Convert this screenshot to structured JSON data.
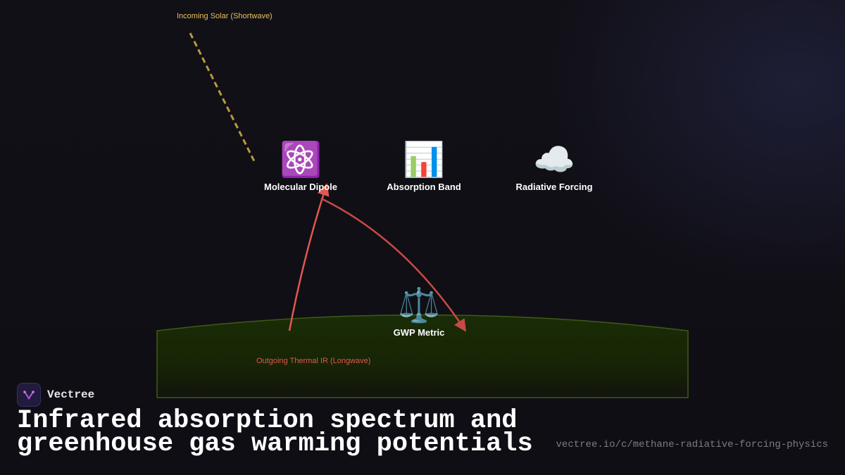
{
  "labels": {
    "incoming": "Incoming Solar (Shortwave)",
    "outgoing": "Outgoing Thermal IR (Longwave)"
  },
  "nodes": [
    {
      "icon": "⚛️",
      "icon_name": "atom-icon",
      "label": "Molecular Dipole"
    },
    {
      "icon": "📊",
      "icon_name": "bar-chart-icon",
      "label": "Absorption Band"
    },
    {
      "icon": "☁️",
      "icon_name": "cloud-icon",
      "label": "Radiative Forcing"
    },
    {
      "icon": "⚖️",
      "icon_name": "balance-scale-icon",
      "label": "GWP Metric"
    }
  ],
  "brand": {
    "name": "Vectree",
    "logo_icon": "vectree-logo-icon"
  },
  "title": "Infrared absorption spectrum and greenhouse gas warming potentials",
  "url": "vectree.io/c/methane-radiative-forcing-physics",
  "colors": {
    "background": "#0f0e14",
    "solar": "#e8c15a",
    "thermal": "#e0584f",
    "ground": "#1a2a08",
    "ground_edge": "#3f5a18"
  }
}
